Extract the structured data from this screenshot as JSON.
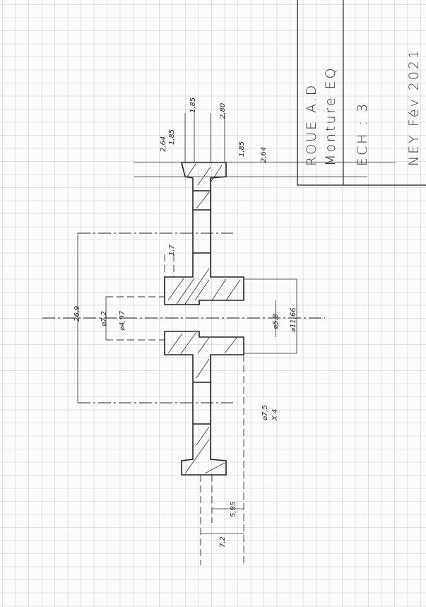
{
  "title_block": {
    "part_name": "ROUE A.D",
    "assembly": "Monture EQ",
    "scale": "ECH : 3",
    "author_date": "NEY  Fév 2021"
  },
  "dimensions": {
    "rim_width_outer": "2,64",
    "rim_width_inner": "1,85",
    "rim_step_left": "1,85",
    "rim_step_right": "2,80",
    "rim_height_inner": "1,85",
    "rim_height_outer": "2,64",
    "hole_spacing": "26,9",
    "hub_step": "1,7",
    "bore_small": "⌀7,2",
    "bore_chamfer": "⌀4,97",
    "bore_large": "⌀5,8",
    "hub_outer": "⌀11,66",
    "holes": "⌀7,5",
    "holes_count": "X 4",
    "total_width": "7,2",
    "rim_offset": "5,95"
  }
}
